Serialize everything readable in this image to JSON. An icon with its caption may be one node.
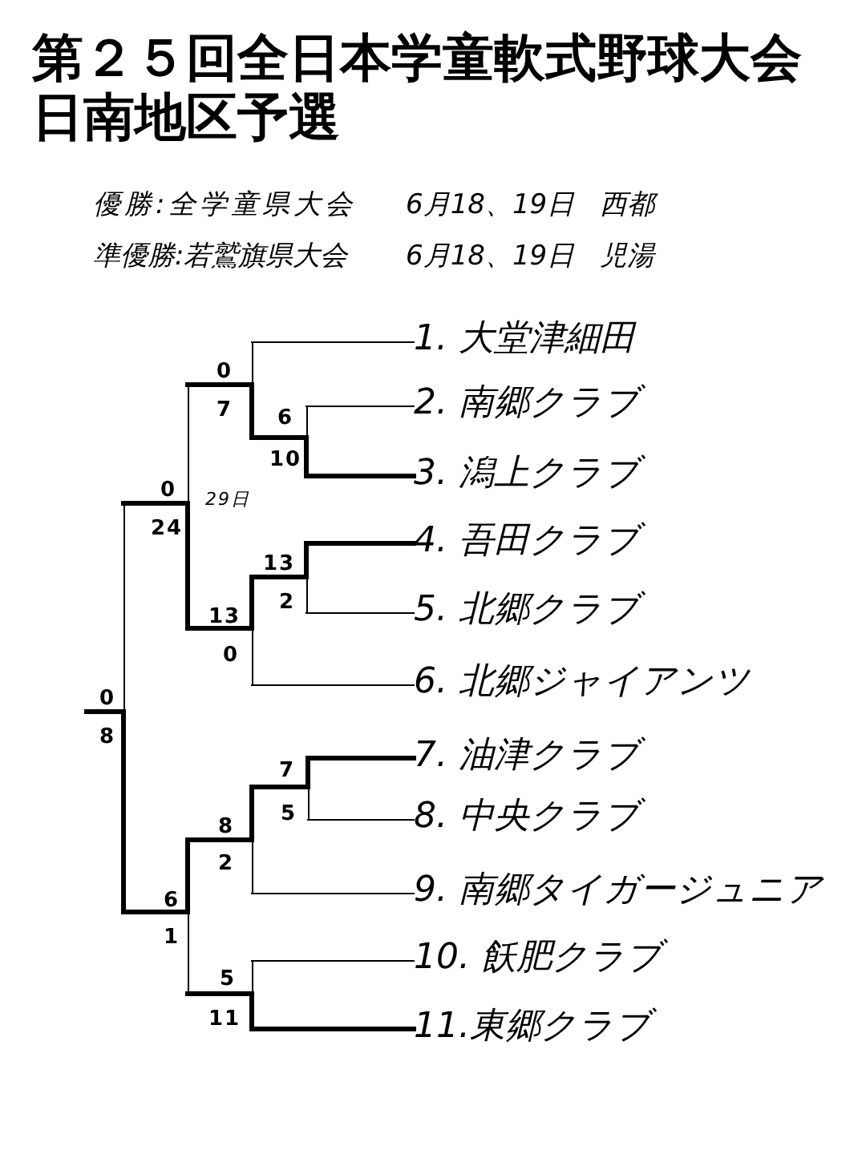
{
  "diagram": {
    "title": "第２５回全日本学童軟式野球大会日南地区予選",
    "nodes": [
      {
        "text": [
          "1. 大堂津細田"
        ]
      },
      {
        "text": [
          "2. 南郷クラブ"
        ]
      },
      {
        "text": [
          "3. 潟上クラブ"
        ]
      },
      {
        "text": [
          "4. 吾田クラブ"
        ]
      },
      {
        "text": [
          "5. 北郷クラブ"
        ]
      },
      {
        "text": [
          "6. 北郷ジャイアンツ"
        ]
      },
      {
        "text": [
          "7. 油津クラブ"
        ]
      },
      {
        "text": [
          "8. 中央クラブ"
        ]
      },
      {
        "text": [
          "9. 南郷タイガージュニア"
        ]
      },
      {
        "text": [
          "10. 飫肥クラブ"
        ]
      },
      {
        "text": [
          "11.東郷クラブ"
        ]
      },
      {
        "text": [],
        "shape": "bar"
      },
      {
        "text": [],
        "shape": "bar"
      },
      {
        "text": [],
        "shape": "bar"
      },
      {
        "text": [],
        "shape": "bar"
      },
      {
        "text": [],
        "shape": "bar"
      },
      {
        "text": [],
        "shape": "bar"
      },
      {
        "text": [],
        "shape": "bar"
      },
      {
        "text": [],
        "shape": "bar"
      },
      {
        "text": [],
        "shape": "bar"
      },
      {
        "text": [],
        "shape": "bar"
      }
    ],
    "edges": [
      {
        "from": 0,
        "to": 11,
        "arrow": "none"
      },
      {
        "from": 1,
        "to": 13,
        "arrow": "none"
      },
      {
        "from": 2,
        "to": 13,
        "arrow": "none"
      },
      {
        "from": 13,
        "to": 11,
        "arrow": "none"
      },
      {
        "from": 11,
        "to": 12,
        "arrow": "none"
      },
      {
        "from": 3,
        "to": 15,
        "arrow": "none"
      },
      {
        "from": 4,
        "to": 15,
        "arrow": "none"
      },
      {
        "from": 15,
        "to": 16,
        "arrow": "none"
      },
      {
        "from": 5,
        "to": 16,
        "arrow": "none"
      },
      {
        "from": 16,
        "to": 12,
        "arrow": "none"
      },
      {
        "from": 12,
        "to": 14,
        "arrow": "none"
      },
      {
        "from": 6,
        "to": 17,
        "arrow": "none"
      },
      {
        "from": 7,
        "to": 17,
        "arrow": "none"
      },
      {
        "from": 17,
        "to": 18,
        "arrow": "none"
      },
      {
        "from": 8,
        "to": 18,
        "arrow": "none"
      },
      {
        "from": 18,
        "to": 19,
        "arrow": "none"
      },
      {
        "from": 9,
        "to": 20,
        "arrow": "none"
      },
      {
        "from": 10,
        "to": 20,
        "arrow": "none"
      },
      {
        "from": 20,
        "to": 19,
        "arrow": "none"
      },
      {
        "from": 19,
        "to": 14,
        "arrow": "none"
      },
      {
        "from": 14,
        "to": null,
        "arrow": "none"
      }
    ],
    "labels": [
      "優勝:全学童県大会",
      "6月18、19日",
      "西都",
      "準優勝:若鷲旗県大会",
      "6月18、19日",
      "児湯",
      "0",
      "7",
      "6",
      "10",
      "0",
      "29日",
      "24",
      "13",
      "2",
      "13",
      "0",
      "0",
      "8",
      "7",
      "5",
      "8",
      "2",
      "6",
      "1",
      "5",
      "11"
    ]
  }
}
